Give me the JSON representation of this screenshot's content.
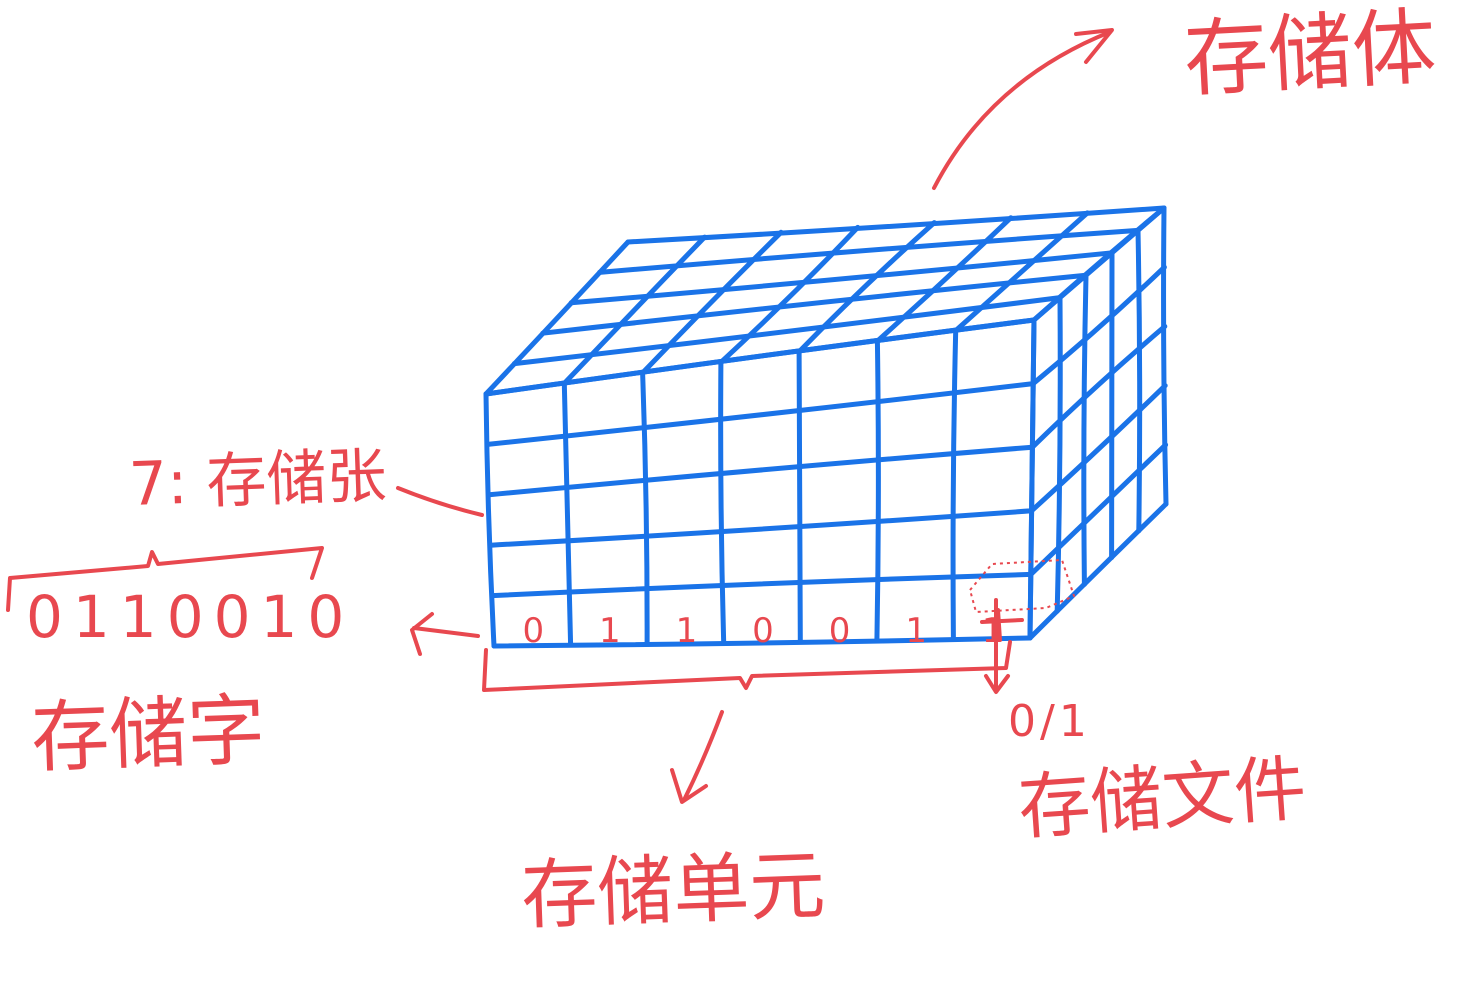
{
  "labels": {
    "storage_body": "存储体",
    "storage_sheet": "7: 存储张",
    "storage_word_bits": "0110010",
    "storage_word": "存储字",
    "storage_unit": "存储单元",
    "storage_bit": "0/1",
    "storage_file": "存储文件"
  },
  "row_digits": [
    "0",
    "1",
    "1",
    "0",
    "0",
    "1",
    "1"
  ],
  "colors": {
    "grid": "#1a73e8",
    "annotation": "#e8484f",
    "background": "#ffffff"
  }
}
